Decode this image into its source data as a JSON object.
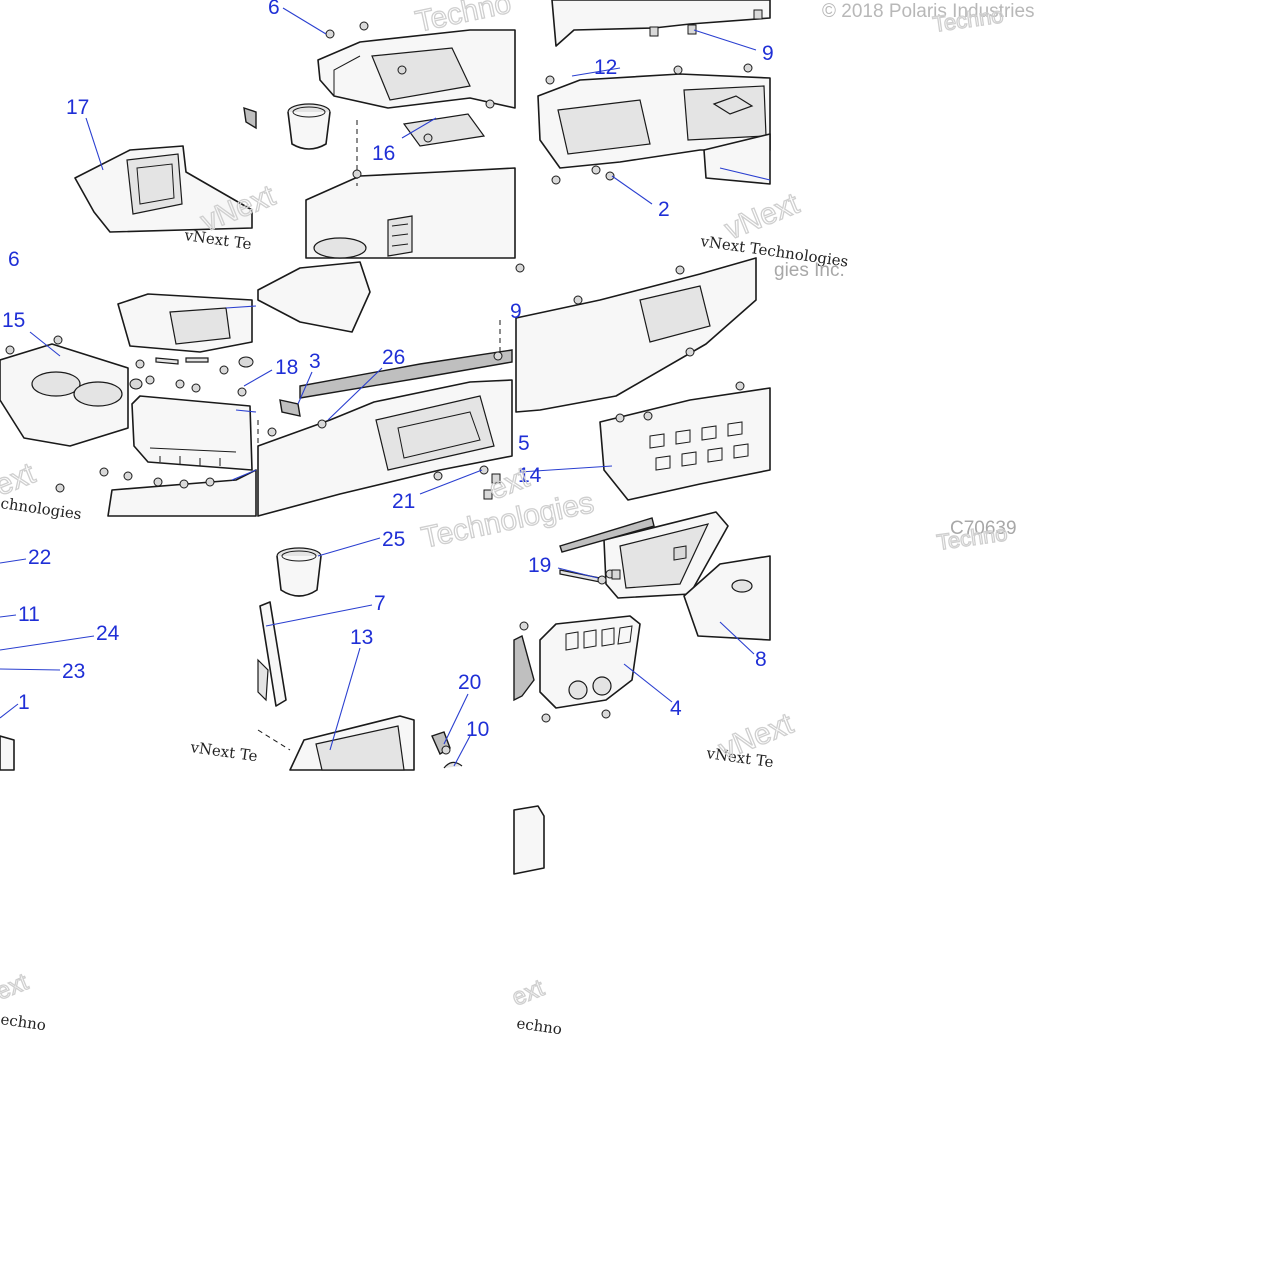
{
  "copyright": "© 2018 Polaris Industries",
  "drawing_code": "C70639",
  "watermark": {
    "brand": "vNext Technologies",
    "brand_short": "vNext Te",
    "ghost_tech": "Techno",
    "ghost_tech2": "Technologies",
    "ghost_vnext": "vNext",
    "ghost_ext": "ext",
    "ghost_echno": "echno",
    "ghost_gies": "gies Inc.",
    "ghost_chnologies": "chnologies"
  },
  "callouts": [
    {
      "id": "c1",
      "label": "1"
    },
    {
      "id": "c2",
      "label": "2"
    },
    {
      "id": "c3",
      "label": "3"
    },
    {
      "id": "c4",
      "label": "4"
    },
    {
      "id": "c5",
      "label": "5"
    },
    {
      "id": "c6a",
      "label": "6"
    },
    {
      "id": "c6b",
      "label": "6"
    },
    {
      "id": "c7",
      "label": "7"
    },
    {
      "id": "c8",
      "label": "8"
    },
    {
      "id": "c9a",
      "label": "9"
    },
    {
      "id": "c9b",
      "label": "9"
    },
    {
      "id": "c10",
      "label": "10"
    },
    {
      "id": "c11",
      "label": "11"
    },
    {
      "id": "c12",
      "label": "12"
    },
    {
      "id": "c13",
      "label": "13"
    },
    {
      "id": "c14",
      "label": "14"
    },
    {
      "id": "c15",
      "label": "15"
    },
    {
      "id": "c16",
      "label": "16"
    },
    {
      "id": "c17",
      "label": "17"
    },
    {
      "id": "c18",
      "label": "18"
    },
    {
      "id": "c19",
      "label": "19"
    },
    {
      "id": "c20",
      "label": "20"
    },
    {
      "id": "c21",
      "label": "21"
    },
    {
      "id": "c22",
      "label": "22"
    },
    {
      "id": "c23",
      "label": "23"
    },
    {
      "id": "c24",
      "label": "24"
    },
    {
      "id": "c25",
      "label": "25"
    },
    {
      "id": "c26",
      "label": "26"
    }
  ]
}
